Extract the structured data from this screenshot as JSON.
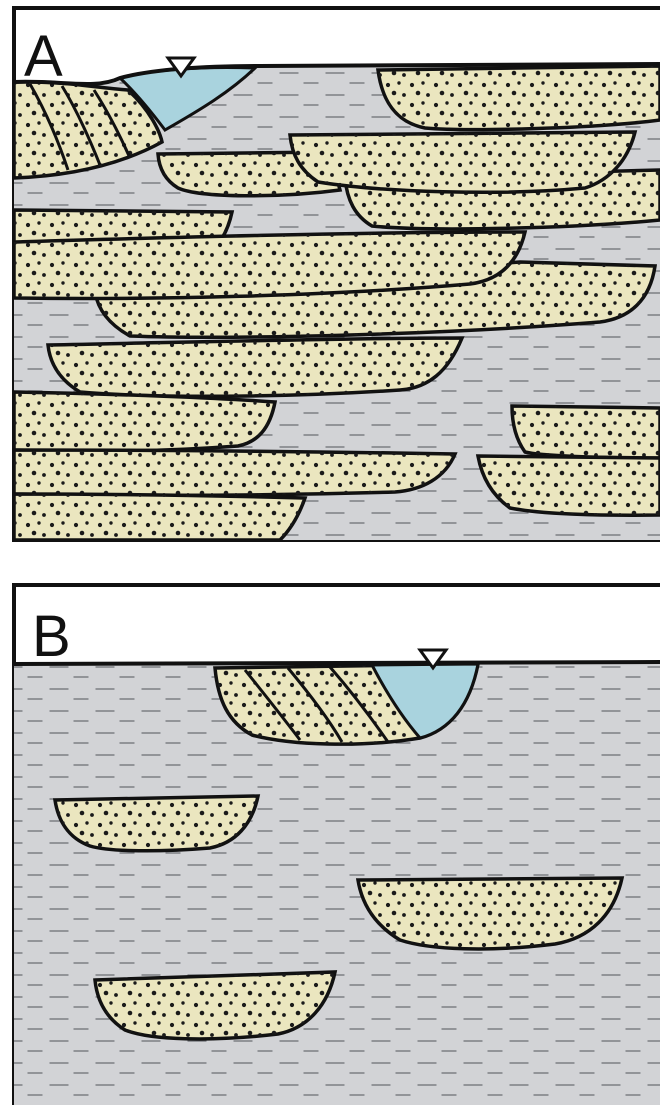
{
  "panels": [
    {
      "id": "A",
      "label": "A"
    },
    {
      "id": "B",
      "label": "B"
    }
  ],
  "colors": {
    "mud": "#d2d3d6",
    "mud_light": "#dedfe2",
    "sand": "#ebe6bf",
    "water": "#a9d3de",
    "outline": "#111111",
    "background": "#ffffff"
  },
  "icons": {
    "water_table": "water-table-triangle-icon",
    "sand_body": "sandstone-channel-body",
    "mud_matrix": "mudstone-dashes"
  }
}
